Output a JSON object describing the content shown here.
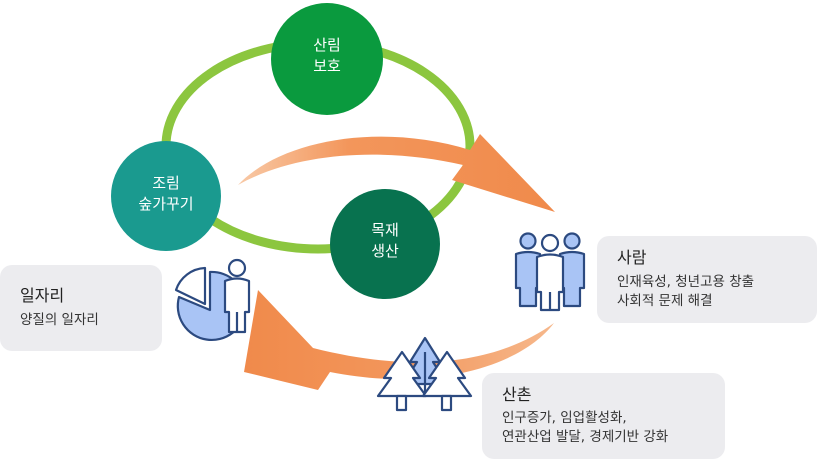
{
  "nodes": {
    "forest_protection": {
      "line1": "산림",
      "line2": "보호"
    },
    "forest_creation": {
      "line1": "조림",
      "line2": "숲가꾸기"
    },
    "wood_production": {
      "line1": "목재",
      "line2": "생산"
    }
  },
  "cards": {
    "people": {
      "title": "사람",
      "line1": "인재육성, 청년고용 창출",
      "line2": "사회적 문제 해결"
    },
    "village": {
      "title": "산촌",
      "line1": "인구증가, 임업활성화,",
      "line2": "연관산업 발달, 경제기반 강화"
    },
    "jobs": {
      "title": "일자리",
      "line1": "양질의 일자리"
    }
  },
  "colors": {
    "ring": "#8cc63f",
    "arrow": "#f3965b",
    "protection": "#0a9a3e",
    "creation": "#1a9a8f",
    "production": "#08724f",
    "icon_fill": "#a9c4f5",
    "icon_stroke": "#2c4a80",
    "card_bg": "#ececef"
  }
}
